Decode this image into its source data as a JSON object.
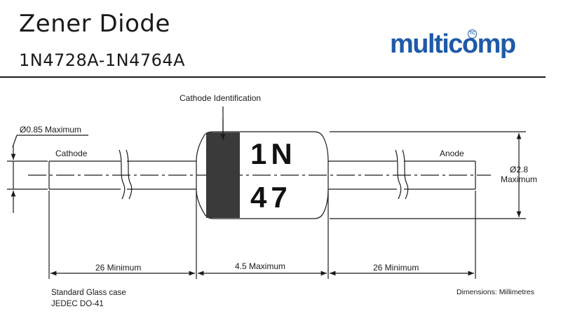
{
  "header": {
    "title": "Zener Diode",
    "subtitle": "1N4728A-1N4764A",
    "brand": "multicomp",
    "brand_color": "#1f5aa8"
  },
  "diagram": {
    "cathode_identification_label": "Cathode Identification",
    "lead_diameter_label": "Ø0.85 Maximum",
    "cathode_label": "Cathode",
    "anode_label": "Anode",
    "marking_line1": "1N",
    "marking_line2": "47",
    "body_diameter_line1": "Ø2.8",
    "body_diameter_line2": "Maximum",
    "left_lead_length": "26 Minimum",
    "body_length": "4.5 Maximum",
    "right_lead_length": "26 Minimum",
    "band_color": "#3a3a3a"
  },
  "footer": {
    "case_line1": "Standard Glass case",
    "case_line2": "JEDEC DO-41",
    "dimensions_note": "Dimensions: Millimetres"
  }
}
